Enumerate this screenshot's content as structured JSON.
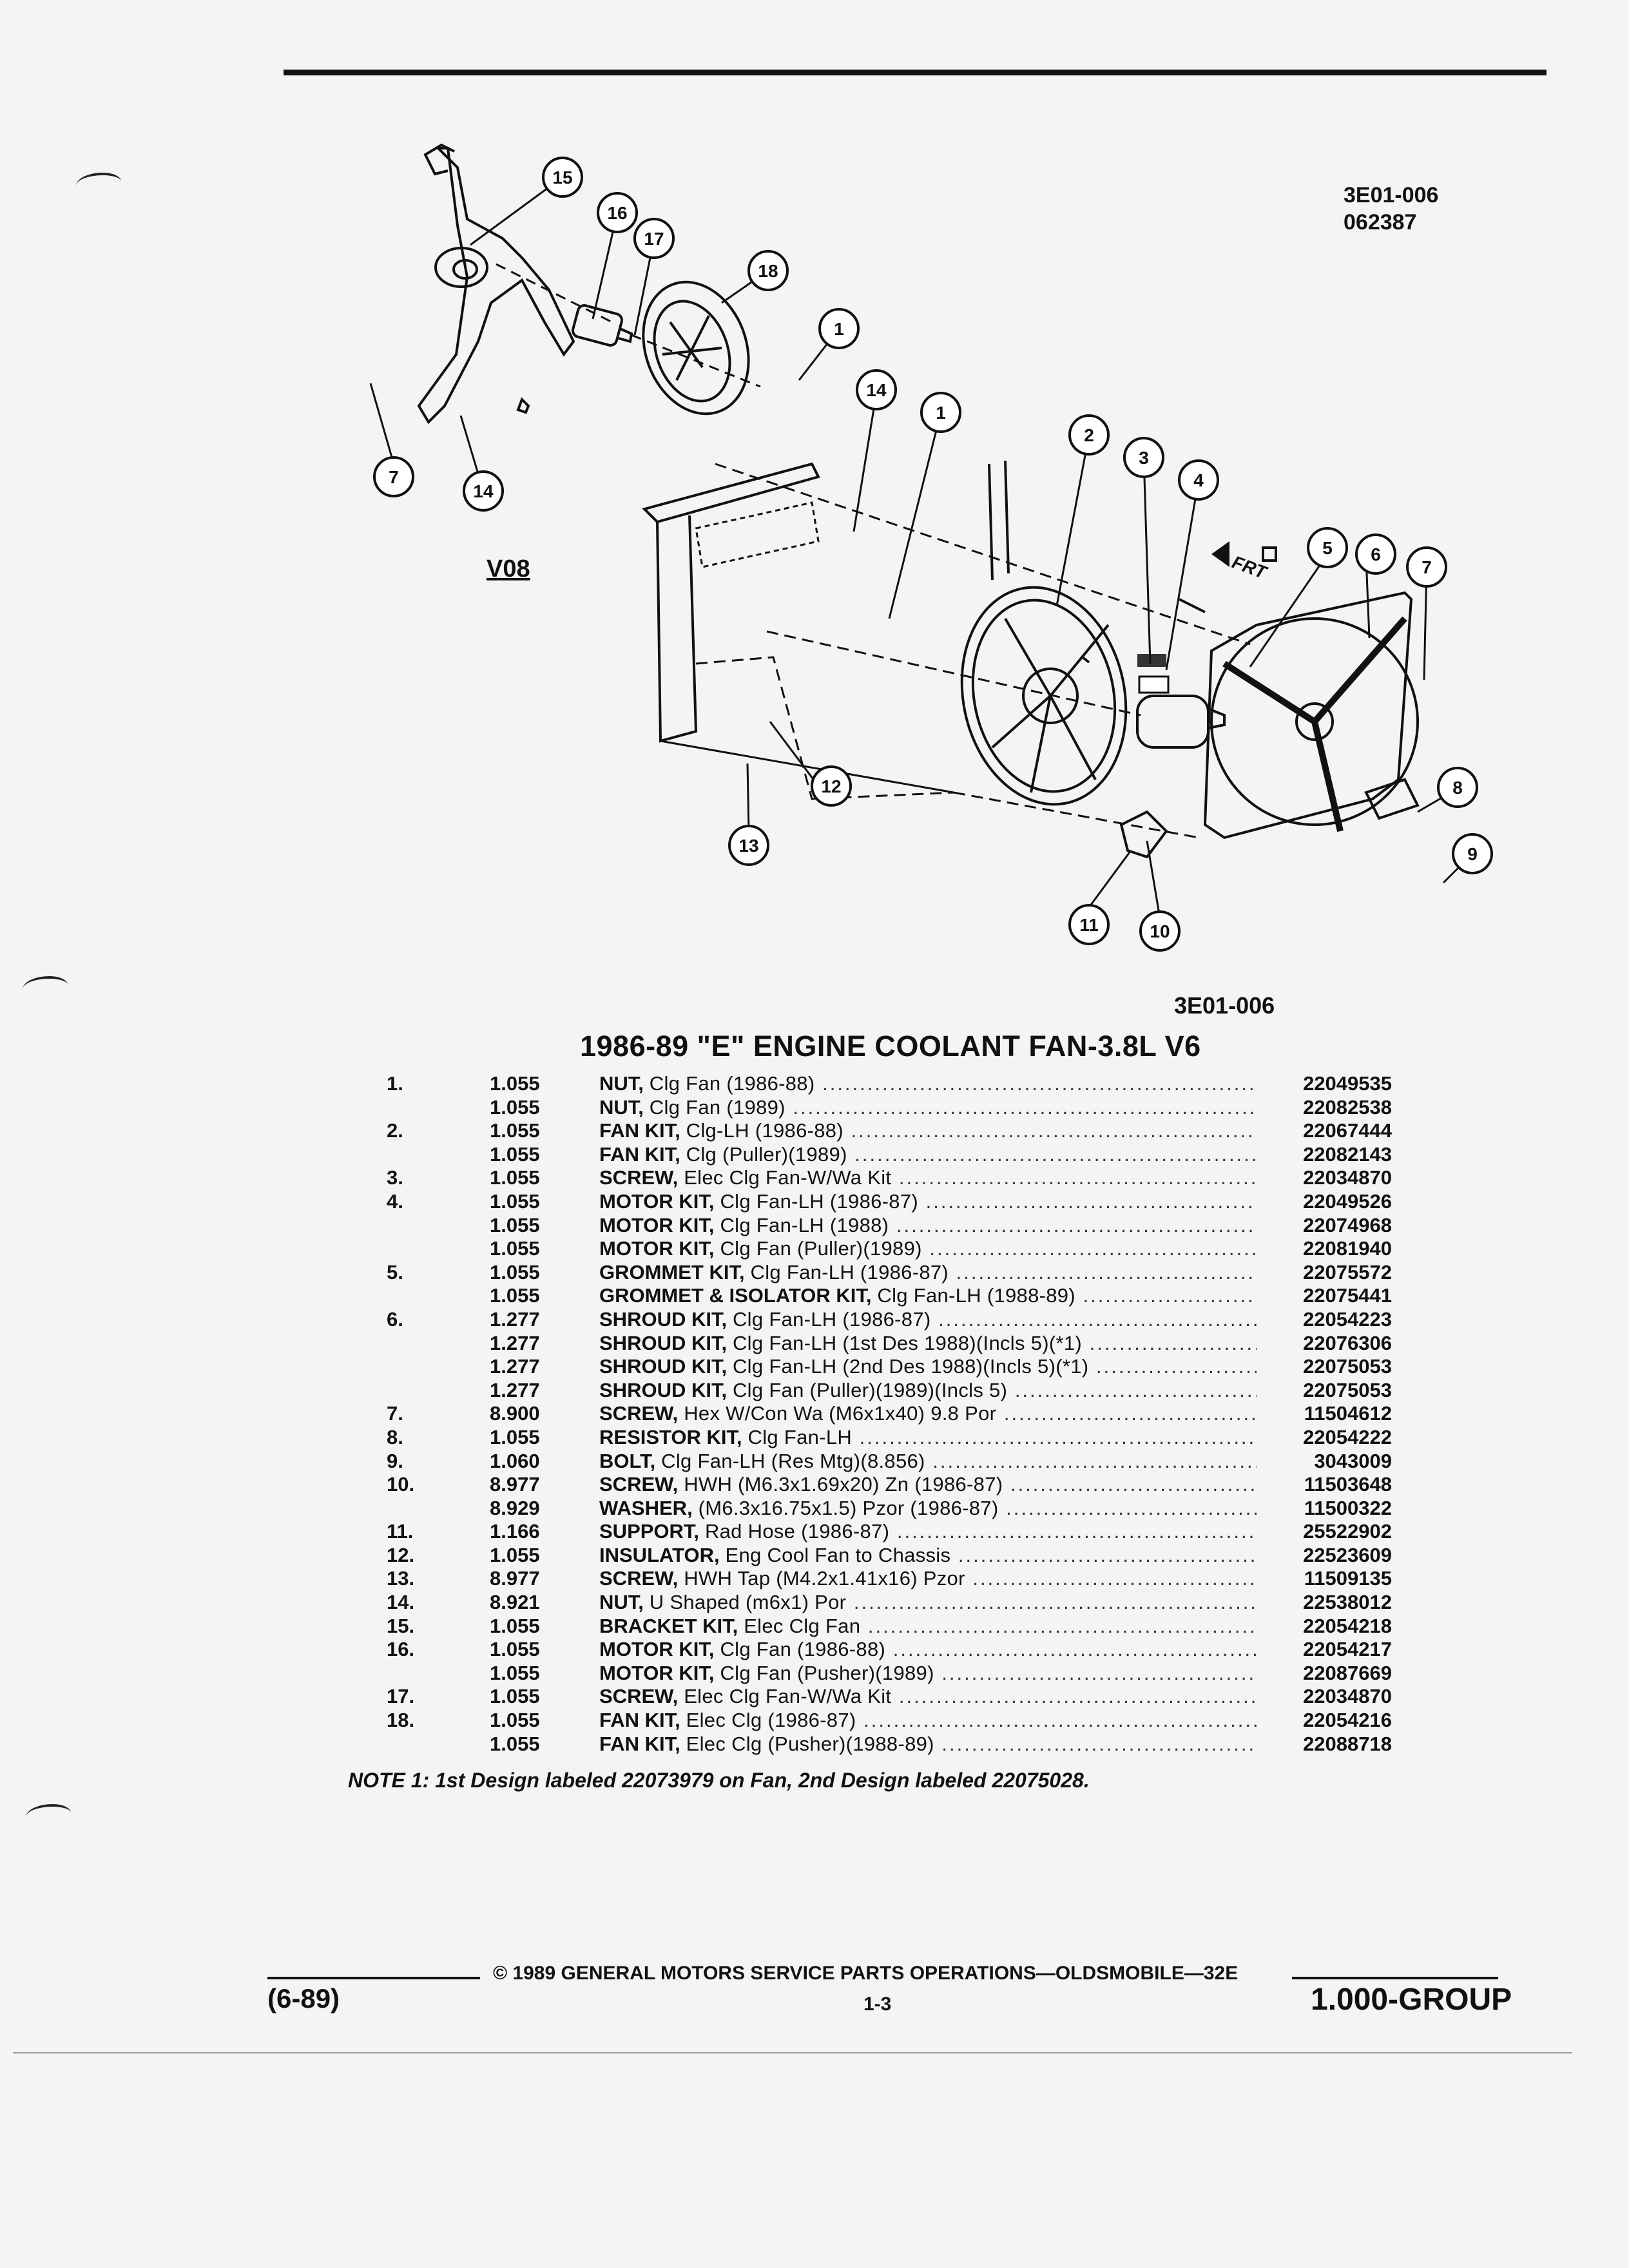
{
  "figure": {
    "code": "3E01-006",
    "date_code": "062387",
    "bottom_code": "3E01-006",
    "engine_label": "V08"
  },
  "callouts": [
    "15",
    "16",
    "17",
    "18",
    "1",
    "7",
    "14",
    "14",
    "1",
    "2",
    "3",
    "4",
    "5",
    "6",
    "7",
    "8",
    "9",
    "10",
    "11",
    "12",
    "13"
  ],
  "direction_label": "FRT",
  "title": "1986-89 \"E\" ENGINE COOLANT FAN-3.8L V6",
  "parts": [
    {
      "idx": "1.",
      "grp": "1.055",
      "name": "NUT,",
      "rest": " Clg Fan (1986-88)",
      "pn": "22049535"
    },
    {
      "idx": "",
      "grp": "1.055",
      "name": "NUT,",
      "rest": " Clg Fan (1989)",
      "pn": "22082538"
    },
    {
      "idx": "2.",
      "grp": "1.055",
      "name": "FAN KIT,",
      "rest": " Clg-LH (1986-88)",
      "pn": "22067444"
    },
    {
      "idx": "",
      "grp": "1.055",
      "name": "FAN KIT,",
      "rest": " Clg (Puller)(1989)",
      "pn": "22082143"
    },
    {
      "idx": "3.",
      "grp": "1.055",
      "name": "SCREW,",
      "rest": " Elec Clg Fan-W/Wa Kit",
      "pn": "22034870"
    },
    {
      "idx": "4.",
      "grp": "1.055",
      "name": "MOTOR KIT,",
      "rest": " Clg Fan-LH (1986-87)",
      "pn": "22049526"
    },
    {
      "idx": "",
      "grp": "1.055",
      "name": "MOTOR KIT,",
      "rest": " Clg Fan-LH (1988)",
      "pn": "22074968"
    },
    {
      "idx": "",
      "grp": "1.055",
      "name": "MOTOR KIT,",
      "rest": " Clg Fan (Puller)(1989)",
      "pn": "22081940"
    },
    {
      "idx": "5.",
      "grp": "1.055",
      "name": "GROMMET KIT,",
      "rest": " Clg Fan-LH (1986-87)",
      "pn": "22075572"
    },
    {
      "idx": "",
      "grp": "1.055",
      "name": "GROMMET & ISOLATOR KIT,",
      "rest": " Clg Fan-LH (1988-89)",
      "pn": "22075441"
    },
    {
      "idx": "6.",
      "grp": "1.277",
      "name": "SHROUD KIT,",
      "rest": " Clg Fan-LH (1986-87)",
      "pn": "22054223"
    },
    {
      "idx": "",
      "grp": "1.277",
      "name": "SHROUD KIT,",
      "rest": " Clg Fan-LH (1st Des 1988)(Incls 5)(*1)",
      "pn": "22076306"
    },
    {
      "idx": "",
      "grp": "1.277",
      "name": "SHROUD KIT,",
      "rest": " Clg Fan-LH (2nd Des 1988)(Incls 5)(*1)",
      "pn": "22075053"
    },
    {
      "idx": "",
      "grp": "1.277",
      "name": "SHROUD KIT,",
      "rest": " Clg Fan (Puller)(1989)(Incls 5)",
      "pn": "22075053"
    },
    {
      "idx": "7.",
      "grp": "8.900",
      "name": "SCREW,",
      "rest": " Hex W/Con Wa (M6x1x40) 9.8 Por",
      "pn": "11504612"
    },
    {
      "idx": "8.",
      "grp": "1.055",
      "name": "RESISTOR KIT,",
      "rest": " Clg Fan-LH",
      "pn": "22054222"
    },
    {
      "idx": "9.",
      "grp": "1.060",
      "name": "BOLT,",
      "rest": " Clg Fan-LH (Res Mtg)(8.856)",
      "pn": "3043009"
    },
    {
      "idx": "10.",
      "grp": "8.977",
      "name": "SCREW,",
      "rest": " HWH (M6.3x1.69x20) Zn (1986-87)",
      "pn": "11503648"
    },
    {
      "idx": "",
      "grp": "8.929",
      "name": "WASHER,",
      "rest": " (M6.3x16.75x1.5) Pzor (1986-87)",
      "pn": "11500322"
    },
    {
      "idx": "11.",
      "grp": "1.166",
      "name": "SUPPORT,",
      "rest": " Rad Hose (1986-87)",
      "pn": "25522902"
    },
    {
      "idx": "12.",
      "grp": "1.055",
      "name": "INSULATOR,",
      "rest": " Eng Cool Fan to Chassis",
      "pn": "22523609"
    },
    {
      "idx": "13.",
      "grp": "8.977",
      "name": "SCREW,",
      "rest": " HWH Tap (M4.2x1.41x16) Pzor",
      "pn": "11509135"
    },
    {
      "idx": "14.",
      "grp": "8.921",
      "name": "NUT,",
      "rest": " U Shaped (m6x1) Por",
      "pn": "22538012"
    },
    {
      "idx": "15.",
      "grp": "1.055",
      "name": "BRACKET KIT,",
      "rest": " Elec Clg Fan",
      "pn": "22054218"
    },
    {
      "idx": "16.",
      "grp": "1.055",
      "name": "MOTOR KIT,",
      "rest": " Clg Fan (1986-88)",
      "pn": "22054217"
    },
    {
      "idx": "",
      "grp": "1.055",
      "name": "MOTOR KIT,",
      "rest": " Clg Fan (Pusher)(1989)",
      "pn": "22087669"
    },
    {
      "idx": "17.",
      "grp": "1.055",
      "name": "SCREW,",
      "rest": " Elec Clg Fan-W/Wa Kit",
      "pn": "22034870"
    },
    {
      "idx": "18.",
      "grp": "1.055",
      "name": "FAN KIT,",
      "rest": " Elec Clg (1986-87)",
      "pn": "22054216"
    },
    {
      "idx": "",
      "grp": "1.055",
      "name": "FAN KIT,",
      "rest": " Elec Clg (Pusher)(1988-89)",
      "pn": "22088718"
    }
  ],
  "note": "NOTE 1: 1st Design labeled 22073979 on Fan, 2nd Design labeled 22075028.",
  "footer": {
    "copyright": "© 1989 GENERAL MOTORS SERVICE PARTS OPERATIONS—OLDSMOBILE—32E",
    "date_code": "(6-89)",
    "page": "1-3",
    "group": "1.000-GROUP"
  }
}
